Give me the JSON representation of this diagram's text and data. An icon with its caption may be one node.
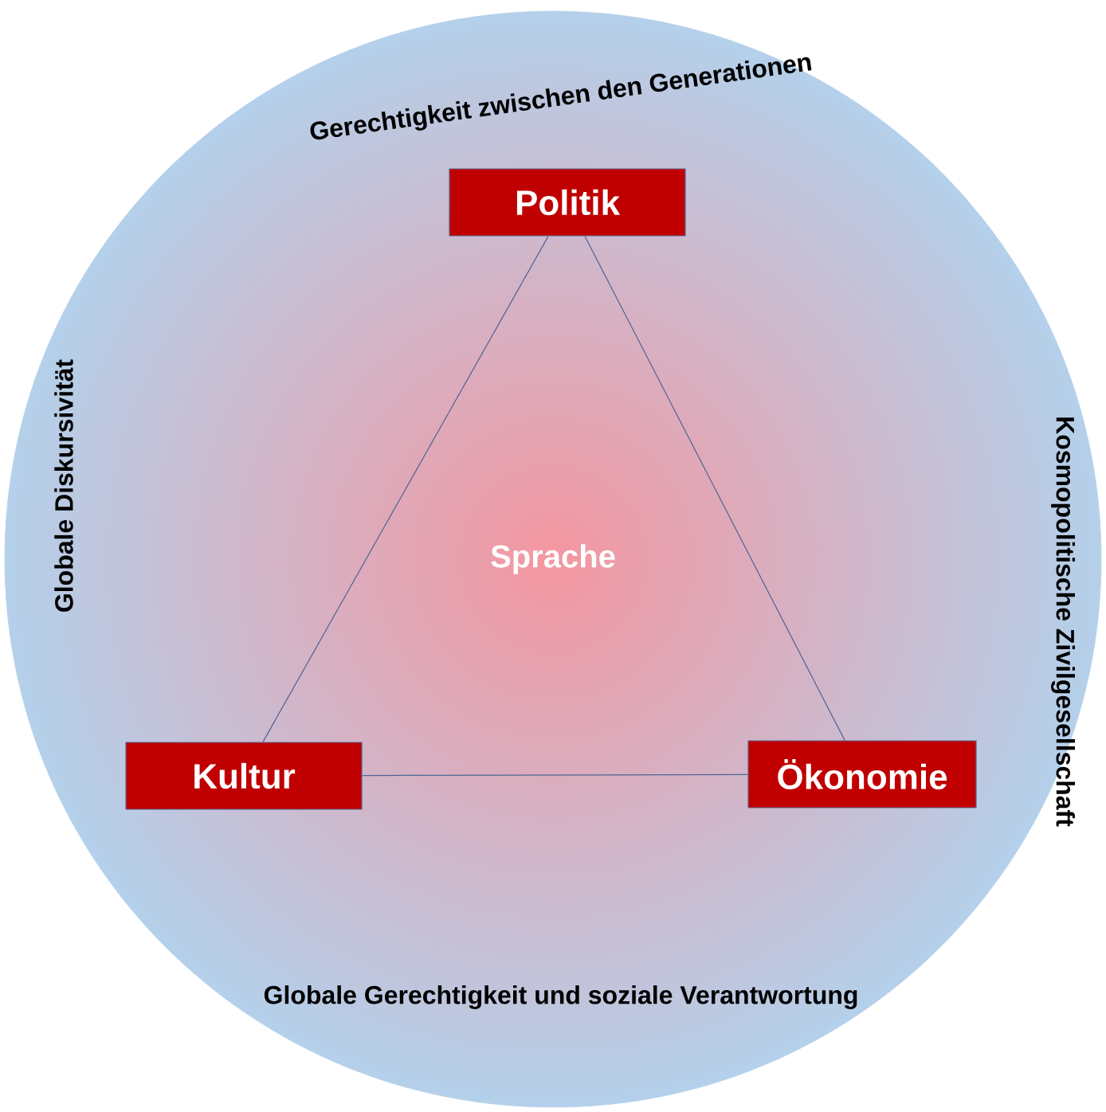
{
  "diagram": {
    "nodes": [
      {
        "text": [
          "Sprache"
        ]
      },
      {
        "text": [
          "Politik"
        ],
        "in": 0
      },
      {
        "text": [
          "Kultur"
        ],
        "in": 0
      },
      {
        "text": [
          "Ökonomie"
        ],
        "in": 0
      }
    ],
    "edges": [
      {
        "from": 1,
        "to": 2,
        "arrow": "none"
      },
      {
        "from": 1,
        "to": 3,
        "arrow": "none"
      },
      {
        "from": 2,
        "to": 3,
        "arrow": "none"
      }
    ],
    "labels": [
      "Gerechtigkeit zwischen den Generationen",
      "Globale Diskursivität",
      "Kosmopolitische Zivilgesellschaft",
      "Globale Gerechtigkeit und soziale Verantwortung"
    ]
  }
}
